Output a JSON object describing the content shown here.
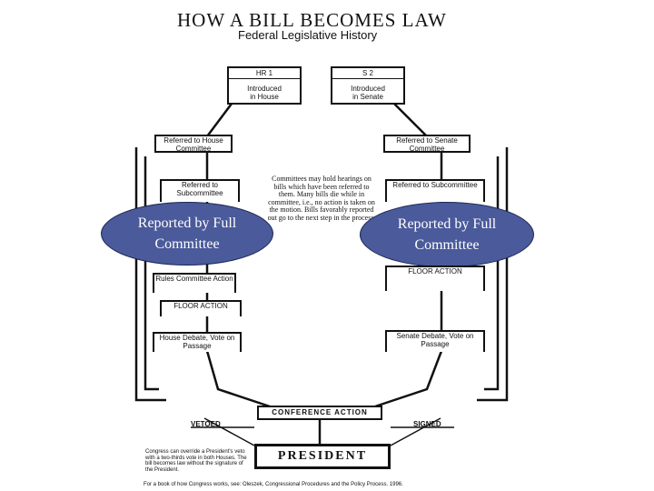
{
  "title": "HOW A BILL BECOMES LAW",
  "subtitle": "Federal Legislative History",
  "house": {
    "bill_number": "HR 1",
    "introduced": [
      "Introduced",
      "in House"
    ],
    "committee": [
      "Referred to",
      "House Committee"
    ],
    "subcommittee": [
      "Referred to",
      "Subcommittee"
    ],
    "reported": "Reported by Full Committee",
    "rules": [
      "Rules Committee",
      "Action"
    ],
    "floor": "FLOOR ACTION",
    "debate": [
      "House Debate,",
      "Vote on Passage"
    ]
  },
  "senate": {
    "bill_number": "S 2",
    "introduced": [
      "Introduced",
      "in Senate"
    ],
    "committee": [
      "Referred to",
      "Senate Committee"
    ],
    "subcommittee": [
      "Referred to",
      "Subcommittee"
    ],
    "reported": "Reported by Full Committee",
    "floor": [
      "FLOOR",
      "ACTION"
    ],
    "debate": [
      "Senate Debate,",
      "Vote on Passage"
    ]
  },
  "committee_note": "Committees may hold hearings on bills which have been referred to them. Many bills die while in committee, i.e., no action is taken on the motion. Bills favorably reported out go to the next step in the process.",
  "conference": "CONFERENCE ACTION",
  "vetoed": "VETOED",
  "signed": "SIGNED",
  "president": "PRESIDENT",
  "veto_note": "Congress can override a President's veto with a two-thirds vote in both Houses. The bill becomes law without the signature of the President.",
  "caption": "For a book of how Congress works, see: Oleszek, Congressional Procedures and the Policy Process. 1996.",
  "colors": {
    "oval_fill": "#4a5a9a",
    "oval_border": "#1c2554",
    "line": "#111111"
  }
}
